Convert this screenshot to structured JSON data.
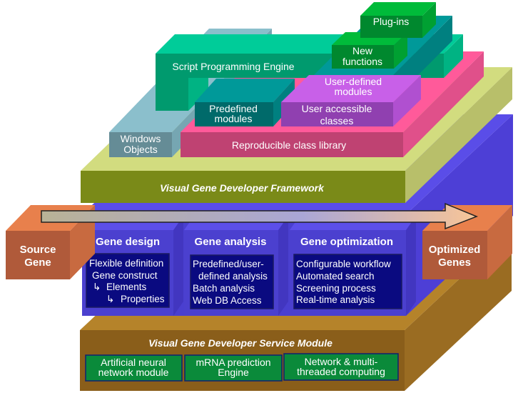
{
  "colors": {
    "framework": "#7a8a18",
    "service_module": "#8a5e1a",
    "gene_modules": "#4a3fd0",
    "inner_panel": "#0a0a80",
    "service_items": "#0a8a3a",
    "source": "#b05a3a",
    "plug_in_green": "#00882e"
  },
  "top_stack": {
    "plug_ins": "Plug-ins",
    "new_functions": [
      "New",
      "functions"
    ],
    "script_engine": "Script Programming Engine",
    "user_defined_modules": [
      "User-defined",
      "modules"
    ],
    "predefined_modules": [
      "Predefined",
      "modules"
    ],
    "user_accessible_classes": [
      "User accessible",
      "classes"
    ],
    "windows_objects": [
      "Windows",
      "Objects"
    ],
    "class_library": "Reproducible class library"
  },
  "framework": {
    "title": "Visual Gene Developer Framework"
  },
  "flow": {
    "source": [
      "Source",
      "Gene"
    ],
    "target": [
      "Optimized",
      "Genes"
    ]
  },
  "modules": [
    {
      "title": "Gene design",
      "items": [
        "Flexible definition",
        "Gene construct",
        "Elements",
        "Properties"
      ]
    },
    {
      "title": "Gene analysis",
      "items": [
        "Predefined/user-",
        "defined analysis",
        "Batch analysis",
        "Web DB Access"
      ]
    },
    {
      "title": "Gene optimization",
      "items": [
        "Configurable workflow",
        "Automated search",
        "Screening process",
        "Real-time analysis"
      ]
    }
  ],
  "service_module": {
    "title": "Visual Gene Developer Service Module",
    "items": [
      [
        "Artificial neural",
        "network module"
      ],
      [
        "mRNA prediction",
        "Engine"
      ],
      [
        "Network & multi-",
        "threaded computing"
      ]
    ]
  }
}
